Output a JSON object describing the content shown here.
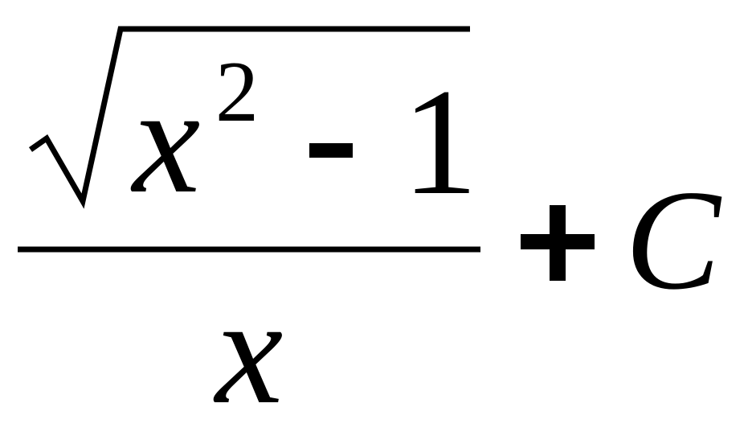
{
  "formula": {
    "numerator": {
      "radicand_base": "x",
      "exponent": "2",
      "operator": "-",
      "constant": "1"
    },
    "denominator": "x",
    "plus": "+",
    "constant": "C"
  },
  "colors": {
    "ink": "#000000",
    "background": "#ffffff"
  }
}
